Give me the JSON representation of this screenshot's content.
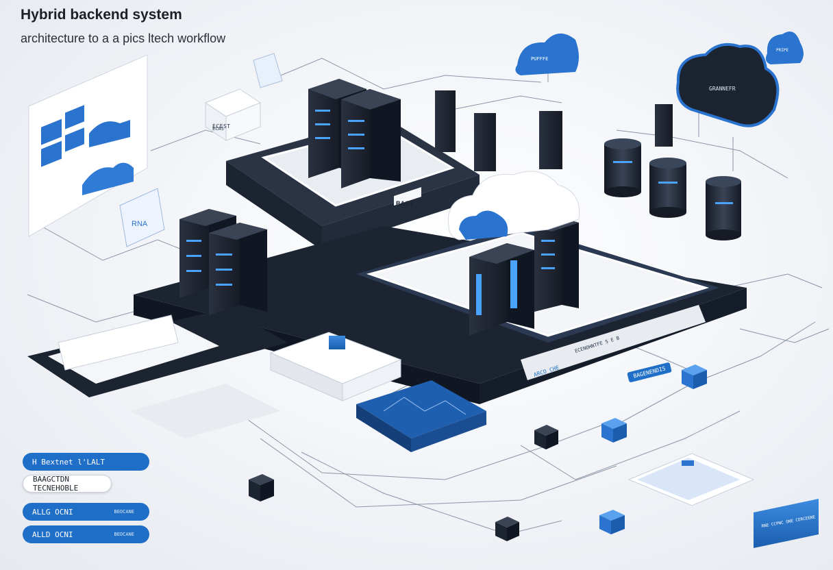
{
  "header": {
    "title": "Hybrid backend system",
    "subtitle": "architecture to a a pics ltech workflow"
  },
  "labels": {
    "cloud_left": "PUFFFE",
    "cloud_mid": "PRIPE",
    "cloud_dark": "GRANNEFR",
    "box_tag": "ECEST",
    "platform_tag": "BAGT",
    "platform_front": "ARCO CHE",
    "platform_strip": "ECENOHNTFE 5 E B",
    "info_tag": "BAGENENDIS",
    "top_box_tag": "ECAS",
    "tablet_label": "RNA",
    "sign_text": "RNE CCPNC ONE CERCEENE"
  },
  "legend": {
    "items": [
      {
        "label": "H Bextnet l'LALT",
        "aux": "",
        "style": "blue"
      },
      {
        "label": "BAAGCTDN TECNEHOBLE",
        "aux": "",
        "style": "white"
      },
      {
        "label": "ALLG OCNI",
        "aux": "BEOCANE",
        "style": "blue"
      },
      {
        "label": "ALLD OCNI",
        "aux": "BEOCANE",
        "style": "blue"
      }
    ]
  },
  "colors": {
    "accent": "#1f6fc8",
    "dark": "#1c2432",
    "platform": "#2b3445",
    "light": "#f4f6f9"
  },
  "icons": [
    "cloud-icon",
    "server-rack-icon",
    "database-cylinder-icon",
    "network-node-cube-icon",
    "dashboard-panel-icon"
  ]
}
